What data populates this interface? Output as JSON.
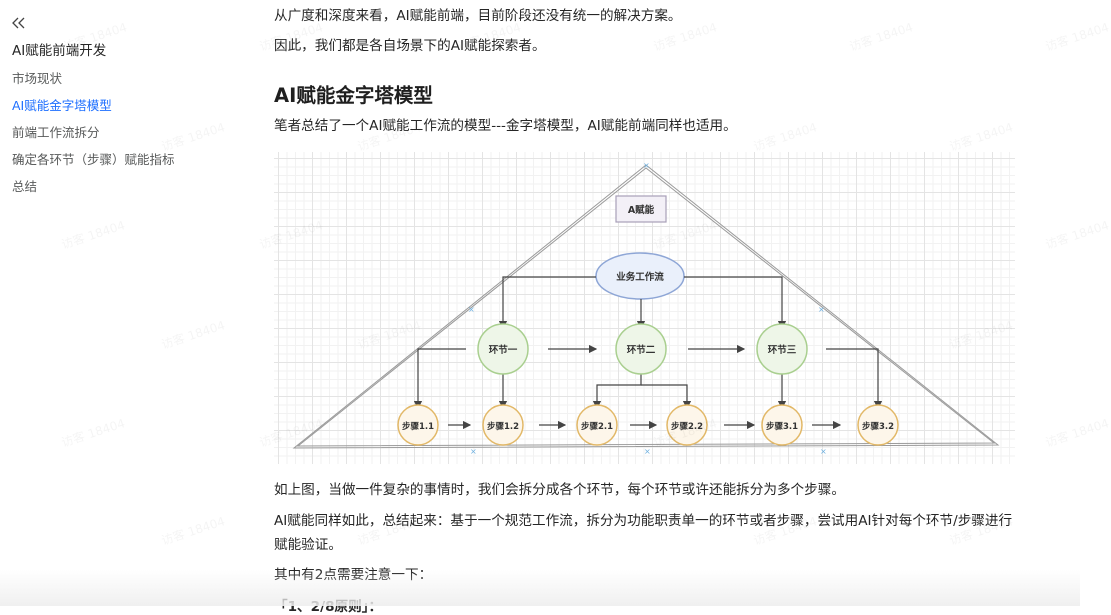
{
  "sidebar": {
    "collapse_icon": "«",
    "toc": [
      {
        "label": "AI赋能前端开发",
        "level": "title"
      },
      {
        "label": "市场现状"
      },
      {
        "label": "AI赋能金字塔模型",
        "active": true
      },
      {
        "label": "前端工作流拆分"
      },
      {
        "label": "确定各环节（步骤）赋能指标"
      },
      {
        "label": "总结"
      }
    ]
  },
  "article": {
    "p1": "从广度和深度来看，AI赋能前端，目前阶段还没有统一的解决方案。",
    "p2": "因此，我们都是各自场景下的AI赋能探索者。",
    "heading": "AI赋能金字塔模型",
    "p3": "笔者总结了一个AI赋能工作流的模型---金字塔模型，AI赋能前端同样也适用。",
    "p4": "如上图，当做一件复杂的事情时，我们会拆分成各个环节，每个环节或许还能拆分为多个步骤。",
    "p5": "AI赋能同样如此，总结起来：基于一个规范工作流，拆分为功能职责单一的环节或者步骤，尝试用AI针对每个环节/步骤进行赋能验证。",
    "p6": "其中有2点需要注意一下：",
    "p7_partial": "「1、2/8原则」："
  },
  "diagram": {
    "top_label": "A赋能",
    "workflow": "业务工作流",
    "stages": [
      "环节一",
      "环节二",
      "环节三"
    ],
    "steps": [
      "步骤1.1",
      "步骤1.2",
      "步骤2.1",
      "步骤2.2",
      "步骤3.1",
      "步骤3.2"
    ],
    "colors": {
      "stage_stroke": "#a9cf8f",
      "stage_fill": "#eef6e8",
      "step_stroke": "#e2b867",
      "step_fill": "#fdf6ea",
      "workflow_stroke": "#8ea6d6",
      "workflow_fill": "#eaf0fb",
      "label_box_stroke": "#a89fb8",
      "label_box_fill": "#f3f0f7"
    }
  },
  "watermark": "访客 18404",
  "colors": {
    "accent": "#1e6fff",
    "text": "#262626",
    "toc_text": "#585a5a"
  }
}
